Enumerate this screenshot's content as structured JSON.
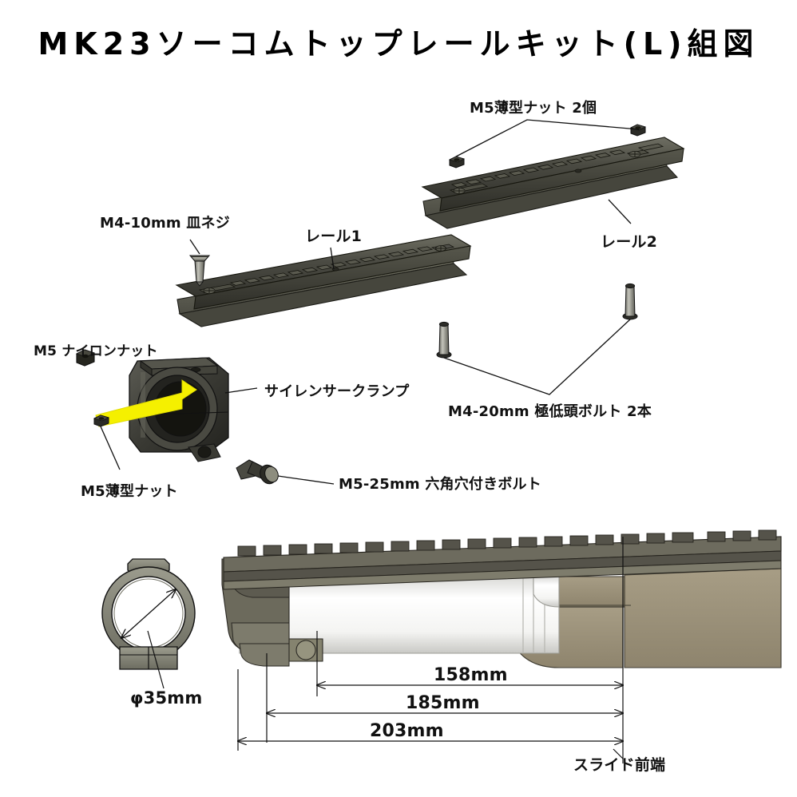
{
  "title": "MK23ソーコムトップレールキット(L)組図",
  "colors": {
    "rail_dark": "#3d3d38",
    "rail_mid": "#57574e",
    "rail_light": "#8a8a7c",
    "slide_tan": "#9a9079",
    "tube_white": "#f2f2f0",
    "arrow_yellow": "#f5f000",
    "line": "#1a1a1a",
    "bolt_steel": "#8c8c82"
  },
  "parts": {
    "m5_thin_nut_2": "M5薄型ナット 2個",
    "m4_10_flathead": "M4-10mm 皿ネジ",
    "rail1": "レール1",
    "rail2": "レール2",
    "m5_nylon_nut": "M5 ナイロンナット",
    "silencer_clamp": "サイレンサークランプ",
    "m4_20_lowhead_2": "M4-20mm 極低頭ボルト 2本",
    "m5_thin_nut": "M5薄型ナット",
    "m5_25_hexsocket": "M5-25mm 六角穴付きボルト"
  },
  "dimensions": {
    "diameter": "φ35mm",
    "d158": "158mm",
    "d185": "185mm",
    "d203": "203mm",
    "slide_front": "スライド前端"
  }
}
